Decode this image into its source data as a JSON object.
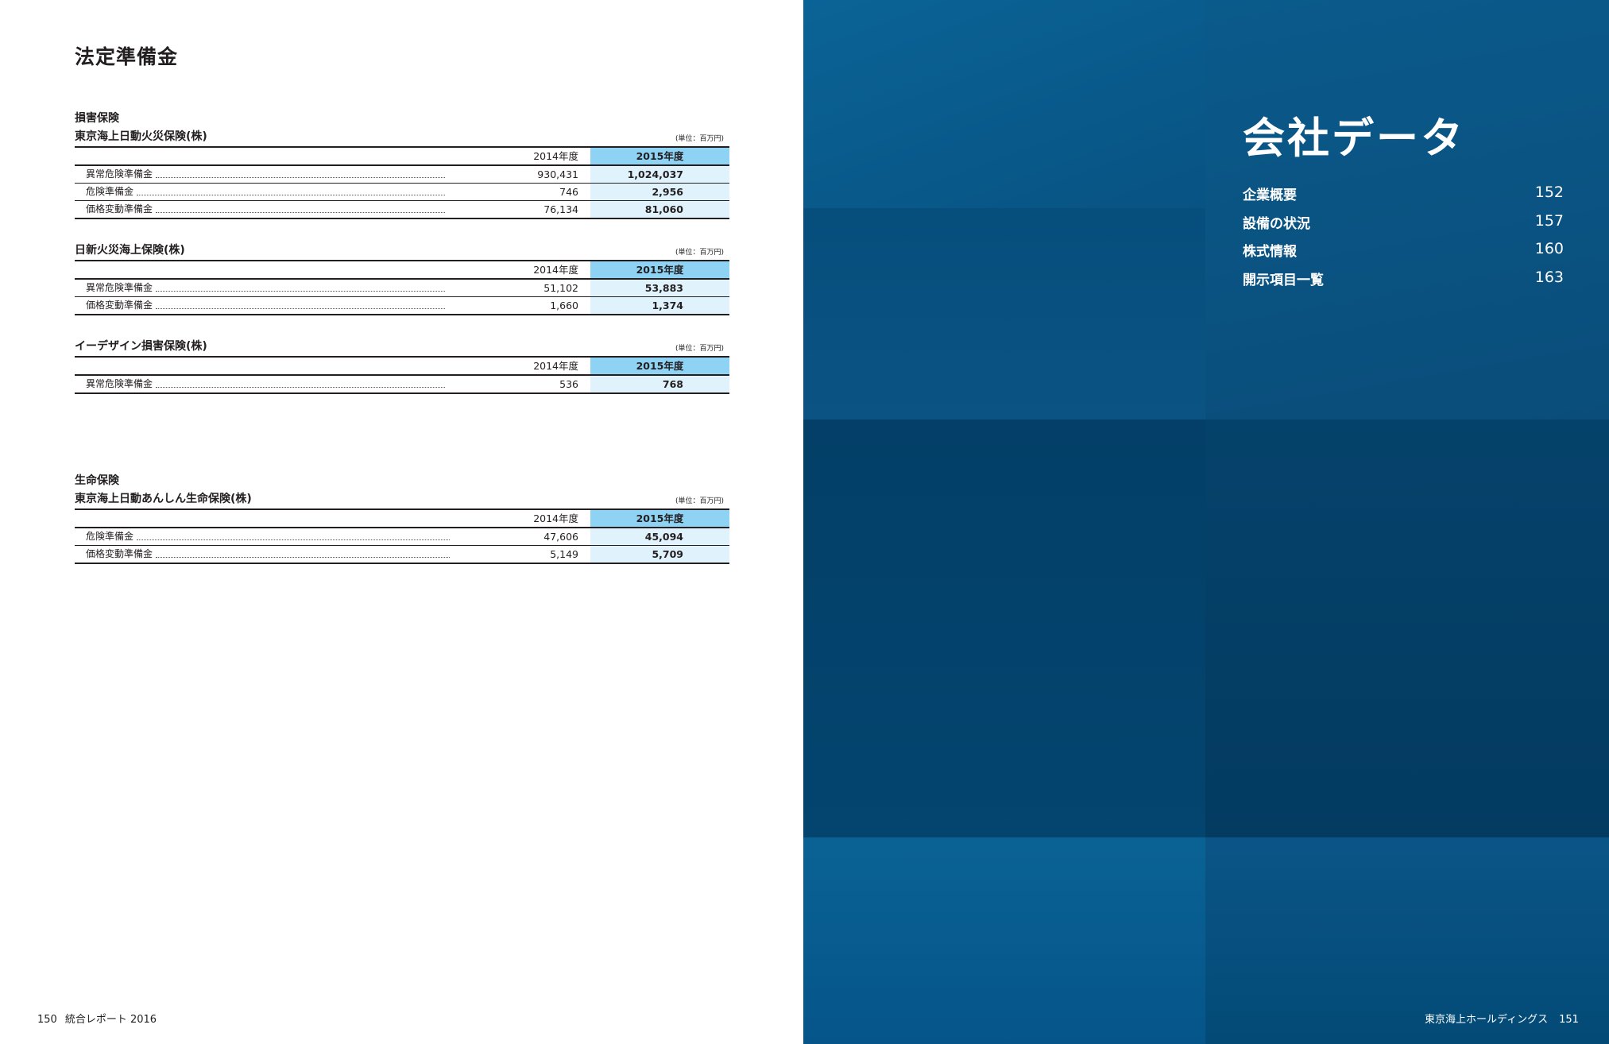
{
  "left_page": {
    "title": "法定準備金",
    "sections": [
      {
        "label": "損害保険",
        "companies": [
          {
            "name": "東京海上日動火災保険(株)",
            "unit": "(単位：百万円)",
            "col_prev": "2014年度",
            "col_curr": "2015年度",
            "rows": [
              {
                "label": "異常危険準備金",
                "prev": "930,431",
                "curr": "1,024,037"
              },
              {
                "label": "危険準備金",
                "prev": "746",
                "curr": "2,956"
              },
              {
                "label": "価格変動準備金",
                "prev": "76,134",
                "curr": "81,060"
              }
            ]
          },
          {
            "name": "日新火災海上保険(株)",
            "unit": "(単位：百万円)",
            "col_prev": "2014年度",
            "col_curr": "2015年度",
            "rows": [
              {
                "label": "異常危険準備金",
                "prev": "51,102",
                "curr": "53,883"
              },
              {
                "label": "価格変動準備金",
                "prev": "1,660",
                "curr": "1,374"
              }
            ]
          },
          {
            "name": "イーデザイン損害保険(株)",
            "unit": "(単位：百万円)",
            "col_prev": "2014年度",
            "col_curr": "2015年度",
            "rows": [
              {
                "label": "異常危険準備金",
                "prev": "536",
                "curr": "768"
              }
            ]
          }
        ]
      },
      {
        "label": "生命保険",
        "companies": [
          {
            "name": "東京海上日動あんしん生命保険(株)",
            "unit": "(単位：百万円)",
            "col_prev": "2014年度",
            "col_curr": "2015年度",
            "rows": [
              {
                "label": "危険準備金",
                "prev": "47,606",
                "curr": "45,094"
              },
              {
                "label": "価格変動準備金",
                "prev": "5,149",
                "curr": "5,709"
              }
            ]
          }
        ]
      }
    ],
    "footer": {
      "page": "150",
      "report": "統合レポート 2016"
    }
  },
  "right_page": {
    "title": "会社データ",
    "toc": [
      {
        "label": "企業概要",
        "page": "152"
      },
      {
        "label": "設備の状況",
        "page": "157"
      },
      {
        "label": "株式情報",
        "page": "160"
      },
      {
        "label": "開示項目一覧",
        "page": "163"
      }
    ],
    "footer": {
      "company": "東京海上ホールディングス",
      "page": "151"
    }
  },
  "colors": {
    "header_highlight": "#8fd3f4",
    "value_highlight": "#e0f3fc",
    "cover_blue": "#064e7a"
  }
}
